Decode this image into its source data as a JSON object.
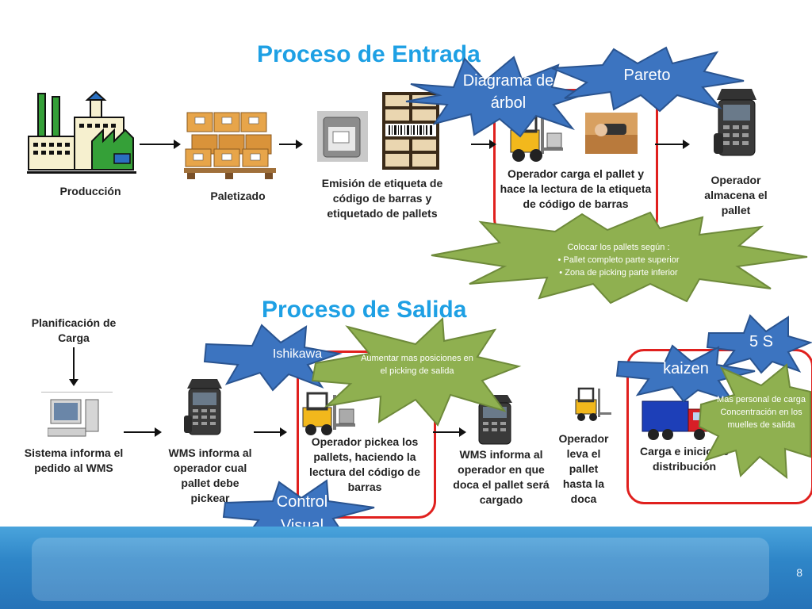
{
  "titles": {
    "entrada": "Proceso de Entrada",
    "salida": "Proceso de Salida"
  },
  "entrada": {
    "produccion": "Producción",
    "paletizado": "Paletizado",
    "emision": "Emisión de etiqueta de código de barras y etiquetado de pallets",
    "operador_carga": "Operador carga el pallet y hace la lectura de la etiqueta de código de barras",
    "operador_almacena": "Operador almacena el pallet"
  },
  "salida": {
    "planificacion": "Planificación de Carga",
    "sistema": "Sistema informa el pedido al WMS",
    "wms_pickear": "WMS informa al operador cual pallet debe pickear",
    "operador_pickea": "Operador pickea los pallets, haciendo la lectura del código de barras",
    "wms_doca": "WMS informa al operador en que doca el pallet será cargado",
    "operador_lleva": "Operador leva el pallet hasta la doca",
    "carga": "Carga e inicio de distribución"
  },
  "stars": {
    "diagrama_arbol": "Diagrama de árbol",
    "pareto": "Pareto",
    "ishikawa": "Ishikawa",
    "kaizen": "kaizen",
    "cinco_s": "5 S",
    "control_visual": "Control Visual"
  },
  "notes": {
    "colocar_title": "Colocar los pallets  según :",
    "colocar_items": [
      "Pallet completo parte superior",
      "Zona de picking parte inferior"
    ],
    "aumentar": "Aumentar mas posiciones en el picking de salida",
    "mas_personal_1": "Mas personal de carga",
    "mas_personal_2": "Concentración en los muelles de salida"
  },
  "page_number": "8",
  "colors": {
    "title_blue": "#1ea0e4",
    "star_blue": "#3c74c0",
    "star_green": "#8fb050",
    "box_red": "#e0201e",
    "footer_blue": "#2f86c8"
  },
  "icons": [
    "factory-icon",
    "pallet-boxes-icon",
    "label-printer-icon",
    "barcode-crate-icon",
    "forklift-icon",
    "scanner-operator-icon",
    "handheld-scanner-icon",
    "computer-icon",
    "truck-icon"
  ]
}
